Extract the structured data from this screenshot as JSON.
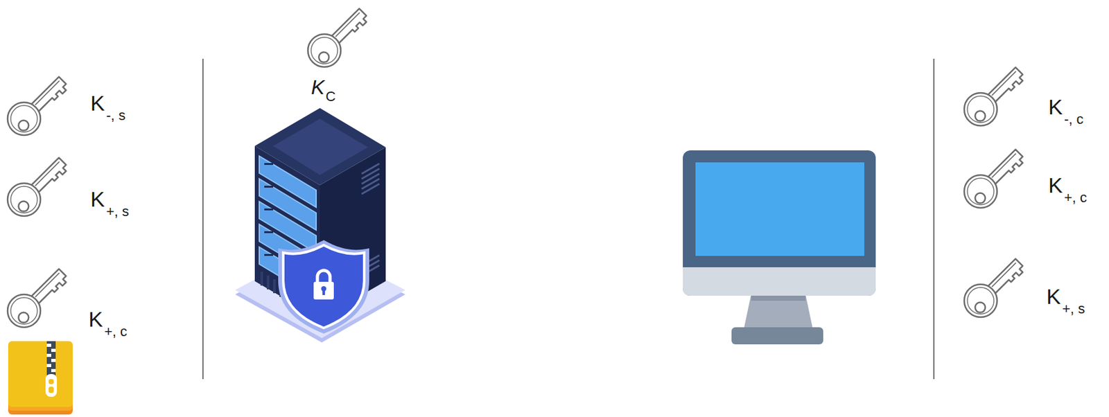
{
  "diagram": {
    "labels": [
      "K",
      "-, s",
      "K",
      "+, s",
      "K",
      "+, c",
      "K",
      "C",
      "K",
      "-, c",
      "K",
      "+, c",
      "K",
      "+, s"
    ]
  }
}
